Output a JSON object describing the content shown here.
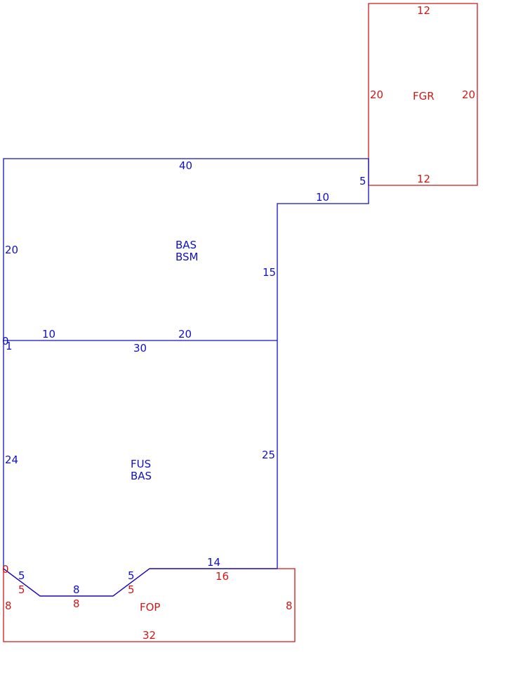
{
  "colors": {
    "main": "#1010c8",
    "attached": "#d01818",
    "background": "#ffffff"
  },
  "areas": {
    "upper": {
      "line1": "BAS",
      "line2": "BSM"
    },
    "lower": {
      "line1": "FUS",
      "line2": "BAS"
    },
    "garage": {
      "code": "FGR"
    },
    "porch": {
      "code": "FOP"
    }
  },
  "dimensions": {
    "upper_top": "40",
    "upper_left": "20",
    "notch_vertical": "5",
    "notch_horizontal": "10",
    "upper_right": "15",
    "mid_left_segment": "10",
    "mid_right_segment": "20",
    "mid_zero": "0",
    "mid_one": "1",
    "lower_top": "30",
    "lower_left": "24",
    "lower_right": "25",
    "lower_diag_left": "5",
    "lower_bottom": "8",
    "lower_diag_right": "5",
    "lower_bottom_right": "14",
    "garage_top": "12",
    "garage_left": "20",
    "garage_right": "20",
    "garage_bottom": "12",
    "porch_zero": "0",
    "porch_diag_left": "5",
    "porch_left": "8",
    "porch_inner_bottom": "8",
    "porch_diag_right": "5",
    "porch_top": "16",
    "porch_right": "8",
    "porch_bottom": "32"
  }
}
